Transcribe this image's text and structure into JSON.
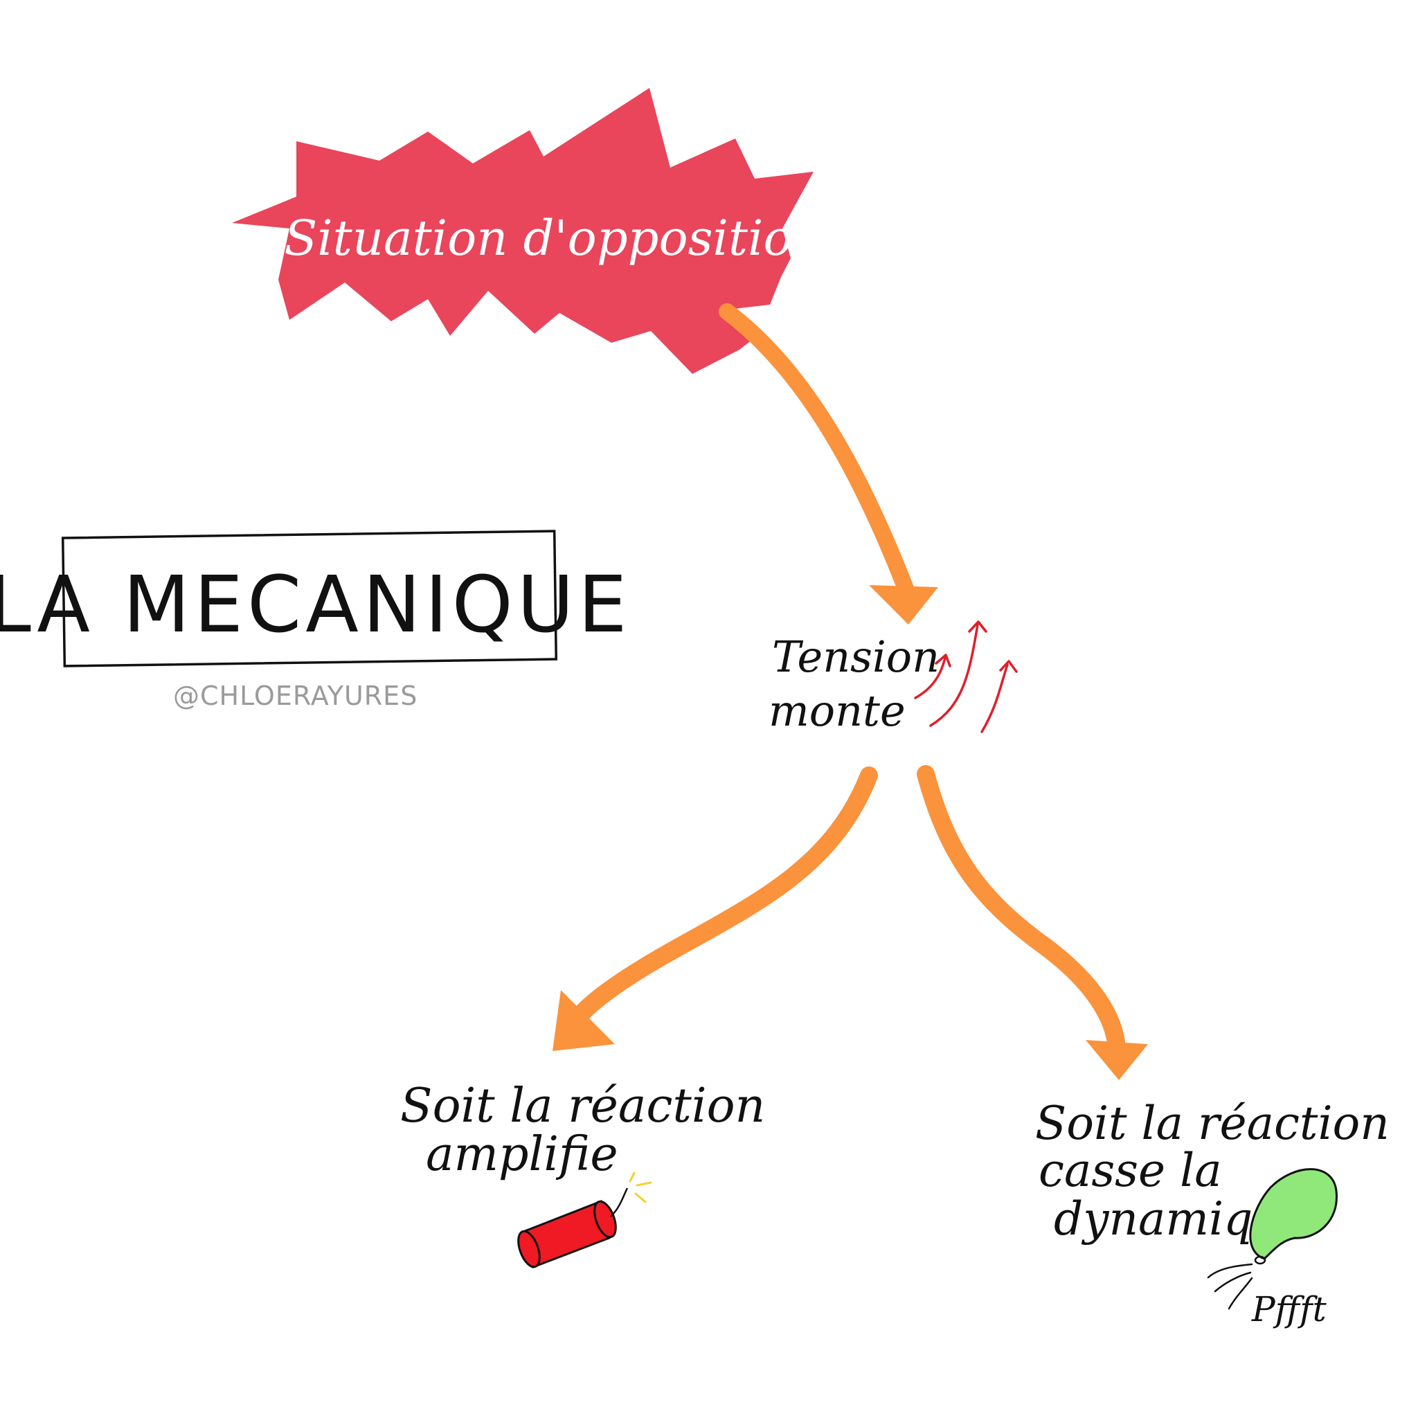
{
  "colors": {
    "burst": "#e9455b",
    "arrow": "#fb923c",
    "tension_arrows": "#e11d2a",
    "dynamite": "#ef1a24",
    "balloon": "#90e87a",
    "spark": "#f2d230",
    "ink": "#111111",
    "credit": "#9a9a9a"
  },
  "title": "LA MECANIQUE",
  "credit": "@CHLOERAYURES",
  "nodes": {
    "opposition": "Situation d'opposition",
    "tension": {
      "line1": "Tension",
      "line2": "monte"
    },
    "amplify": {
      "line1": "Soit la réaction",
      "line2": "amplifie"
    },
    "break": {
      "line1": "Soit la réaction",
      "line2": "casse la",
      "line3": "dynamique"
    },
    "sound": "Pffft"
  },
  "icons": {
    "opposition": "explosion-burst-icon",
    "tension": "rising-arrows-icon",
    "amplify": "dynamite-icon",
    "break": "deflating-balloon-icon"
  }
}
